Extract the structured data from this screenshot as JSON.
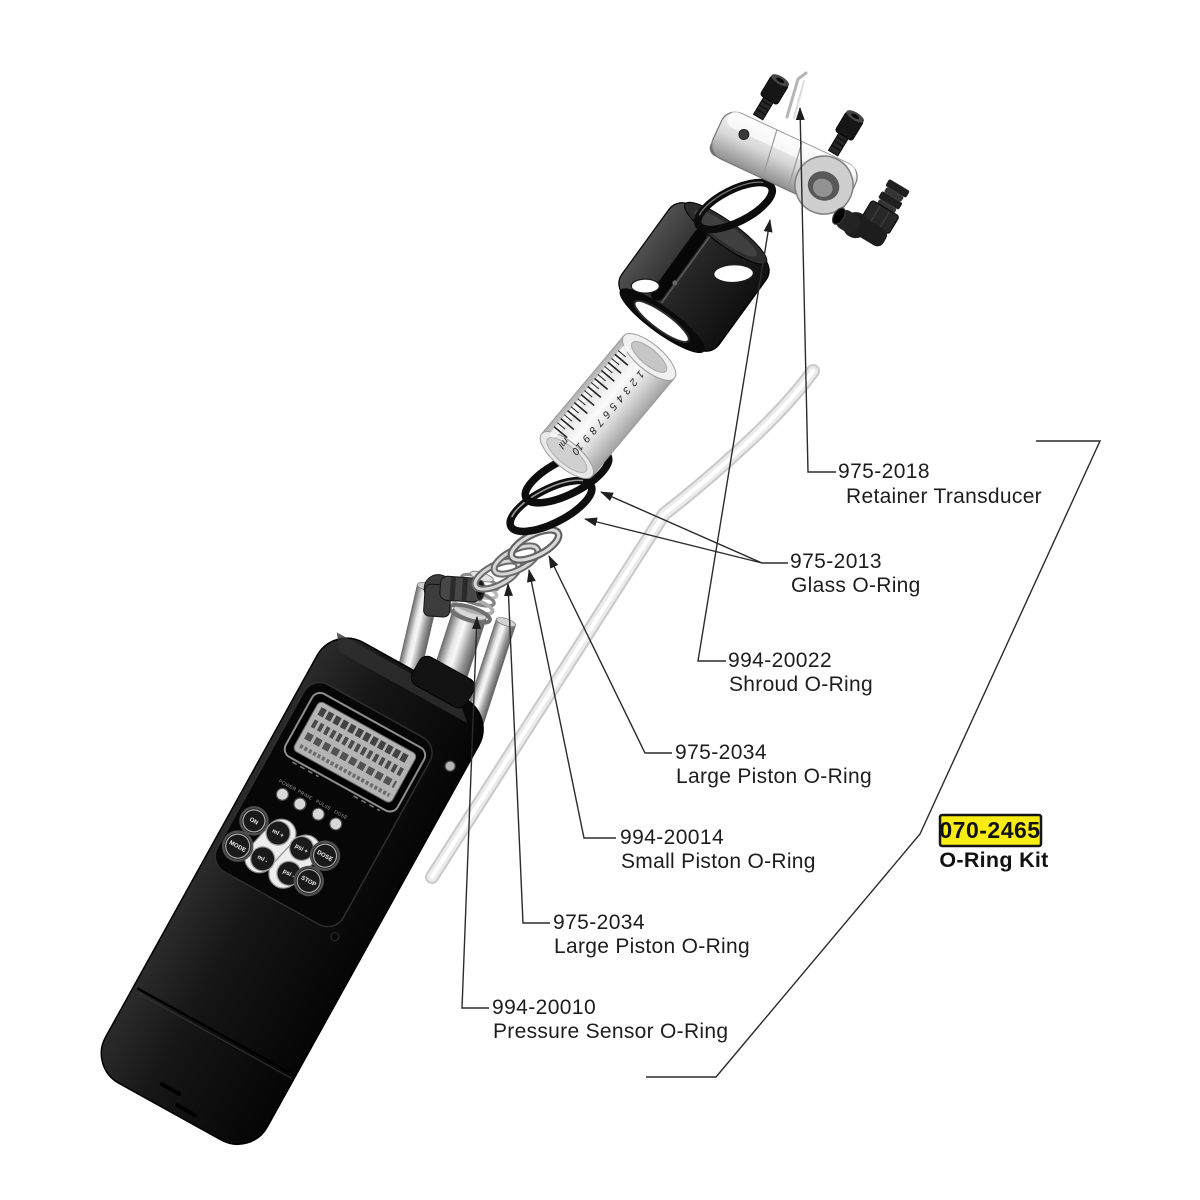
{
  "callouts": [
    {
      "part_number": "975-2018",
      "part_name": "Retainer Transducer"
    },
    {
      "part_number": "975-2013",
      "part_name": "Glass O-Ring"
    },
    {
      "part_number": "994-20022",
      "part_name": "Shroud O-Ring"
    },
    {
      "part_number": "975-2034",
      "part_name": "Large Piston O-Ring"
    },
    {
      "part_number": "994-20014",
      "part_name": "Small Piston O-Ring"
    },
    {
      "part_number": "975-2034",
      "part_name": "Large Piston O-Ring"
    },
    {
      "part_number": "994-20010",
      "part_name": "Pressure Sensor O-Ring"
    }
  ],
  "kit": {
    "part_number": "070-2465",
    "name": "O-Ring Kit",
    "highlight": "#f7ec13"
  },
  "syringe": {
    "numbers": [
      "1",
      "2",
      "3",
      "4",
      "5",
      "6",
      "7",
      "8",
      "9",
      "10"
    ],
    "unit": "ml"
  },
  "device": {
    "leds": [
      "POWER",
      "PRIME",
      "PULSE",
      "DOSE"
    ],
    "buttons": [
      "ON",
      "MODE",
      "ml +",
      "ml -",
      "psi +",
      "psi -",
      "DOSE",
      "STOP"
    ]
  },
  "colors": {
    "leader_line": "#2b2b2b",
    "label_text": "#1d1d1d",
    "kit_highlight": "#f7ec13"
  }
}
